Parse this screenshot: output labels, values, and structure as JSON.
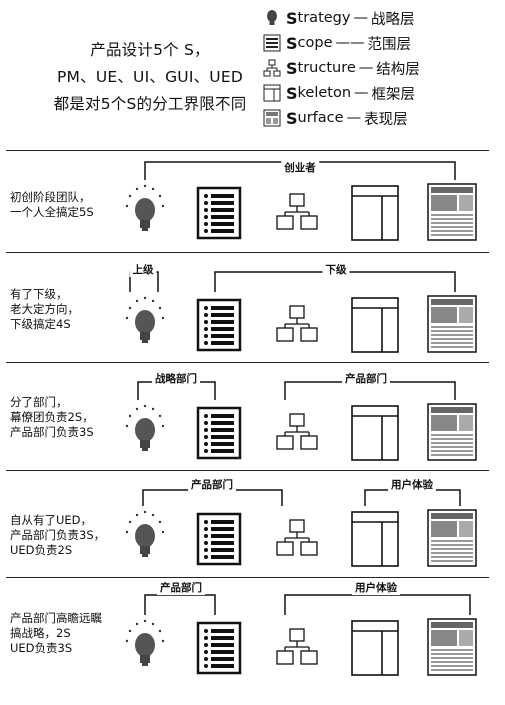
{
  "title": {
    "line1": "产品设计5个 S，",
    "line2": "PM、UE、UI、GUI、UED",
    "line3": "都是对5个S的分工界限不同"
  },
  "legend": [
    {
      "initial": "S",
      "rest": "trategy",
      "dash": "—",
      "cn": "战略层",
      "icon": "lightbulb-icon"
    },
    {
      "initial": "S",
      "rest": "cope",
      "dash": "——",
      "cn": "范围层",
      "icon": "list-icon"
    },
    {
      "initial": "S",
      "rest": "tructure",
      "dash": "—",
      "cn": "结构层",
      "icon": "tree-icon"
    },
    {
      "initial": "S",
      "rest": "keleton",
      "dash": "—",
      "cn": "框架层",
      "icon": "frame-icon"
    },
    {
      "initial": "S",
      "rest": "urface",
      "dash": "—",
      "cn": "表现层",
      "icon": "page-icon"
    }
  ],
  "rows": [
    {
      "desc": [
        "初创阶段团队，",
        "一个人全搞定5S"
      ],
      "brackets": [
        {
          "label": "创业者"
        }
      ]
    },
    {
      "desc": [
        "有了下级，",
        "老大定方向，",
        "下级搞定4S"
      ],
      "brackets": [
        {
          "label": "上级"
        },
        {
          "label": "下级"
        }
      ]
    },
    {
      "desc": [
        "分了部门，",
        "幕僚团负责2S，",
        "产品部门负责3S"
      ],
      "brackets": [
        {
          "label": "战略部门"
        },
        {
          "label": "产品部门"
        }
      ]
    },
    {
      "desc": [
        "自从有了UED，",
        "产品部门负责3S，",
        "UED负责2S"
      ],
      "brackets": [
        {
          "label": "产品部门"
        },
        {
          "label": "用户体验"
        }
      ]
    },
    {
      "desc": [
        "产品部门高瞻远瞩",
        "搞战略，2S",
        "UED负责3S"
      ],
      "brackets": [
        {
          "label": "产品部门"
        },
        {
          "label": "用户体验"
        }
      ]
    }
  ]
}
